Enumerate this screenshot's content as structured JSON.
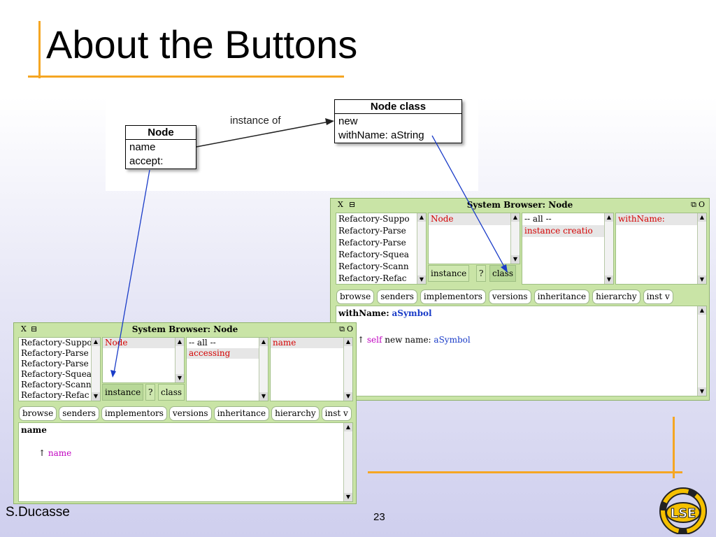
{
  "slide": {
    "title": "About the Buttons",
    "author": "S.Ducasse",
    "page_number": "23",
    "logo_text": "LSE"
  },
  "uml": {
    "node_box": {
      "name": "Node",
      "members": [
        "name",
        "accept:"
      ]
    },
    "class_box": {
      "name": "Node class",
      "members": [
        "new",
        "withName: aString"
      ]
    },
    "relation_label": "instance of"
  },
  "browser_instance": {
    "title": "System Browser: Node",
    "packages": [
      "Refactory-Suppo",
      "Refactory-Parse",
      "Refactory-Parse",
      "Refactory-Squea",
      "Refactory-Scann",
      "Refactory-Refac"
    ],
    "classes": [
      "Node"
    ],
    "categories": [
      "-- all --",
      "accessing"
    ],
    "methods": [
      "name"
    ],
    "mode_buttons": [
      "instance",
      "?",
      "class"
    ],
    "toolbar": [
      "browse",
      "senders",
      "implementors",
      "versions",
      "inheritance",
      "hierarchy",
      "inst v"
    ],
    "code": {
      "signature": "name",
      "arrow": "↑",
      "body": "name"
    }
  },
  "browser_class": {
    "title": "System Browser: Node",
    "packages": [
      "Refactory-Suppo",
      "Refactory-Parse",
      "Refactory-Parse",
      "Refactory-Squea",
      "Refactory-Scann",
      "Refactory-Refac"
    ],
    "classes": [
      "Node"
    ],
    "categories": [
      "-- all --",
      "instance creatio"
    ],
    "methods": [
      "withName:"
    ],
    "mode_buttons": [
      "instance",
      "?",
      "class"
    ],
    "toolbar": [
      "browse",
      "senders",
      "implementors",
      "versions",
      "inheritance",
      "hierarchy",
      "inst v"
    ],
    "code": {
      "signature_selector": "withName:",
      "signature_arg": "aSymbol",
      "arrow": "↑",
      "self": "self",
      "body": "new name:",
      "arg": "aSymbol"
    }
  },
  "window_icons": {
    "close": "X",
    "menu": "⊟",
    "collapse": "⧉",
    "expand": "O"
  },
  "colors": {
    "accent": "#f5a623",
    "window_bg": "#c9e4a6",
    "selected_text": "#d40000",
    "pointer_line": "#1a3cc8"
  }
}
